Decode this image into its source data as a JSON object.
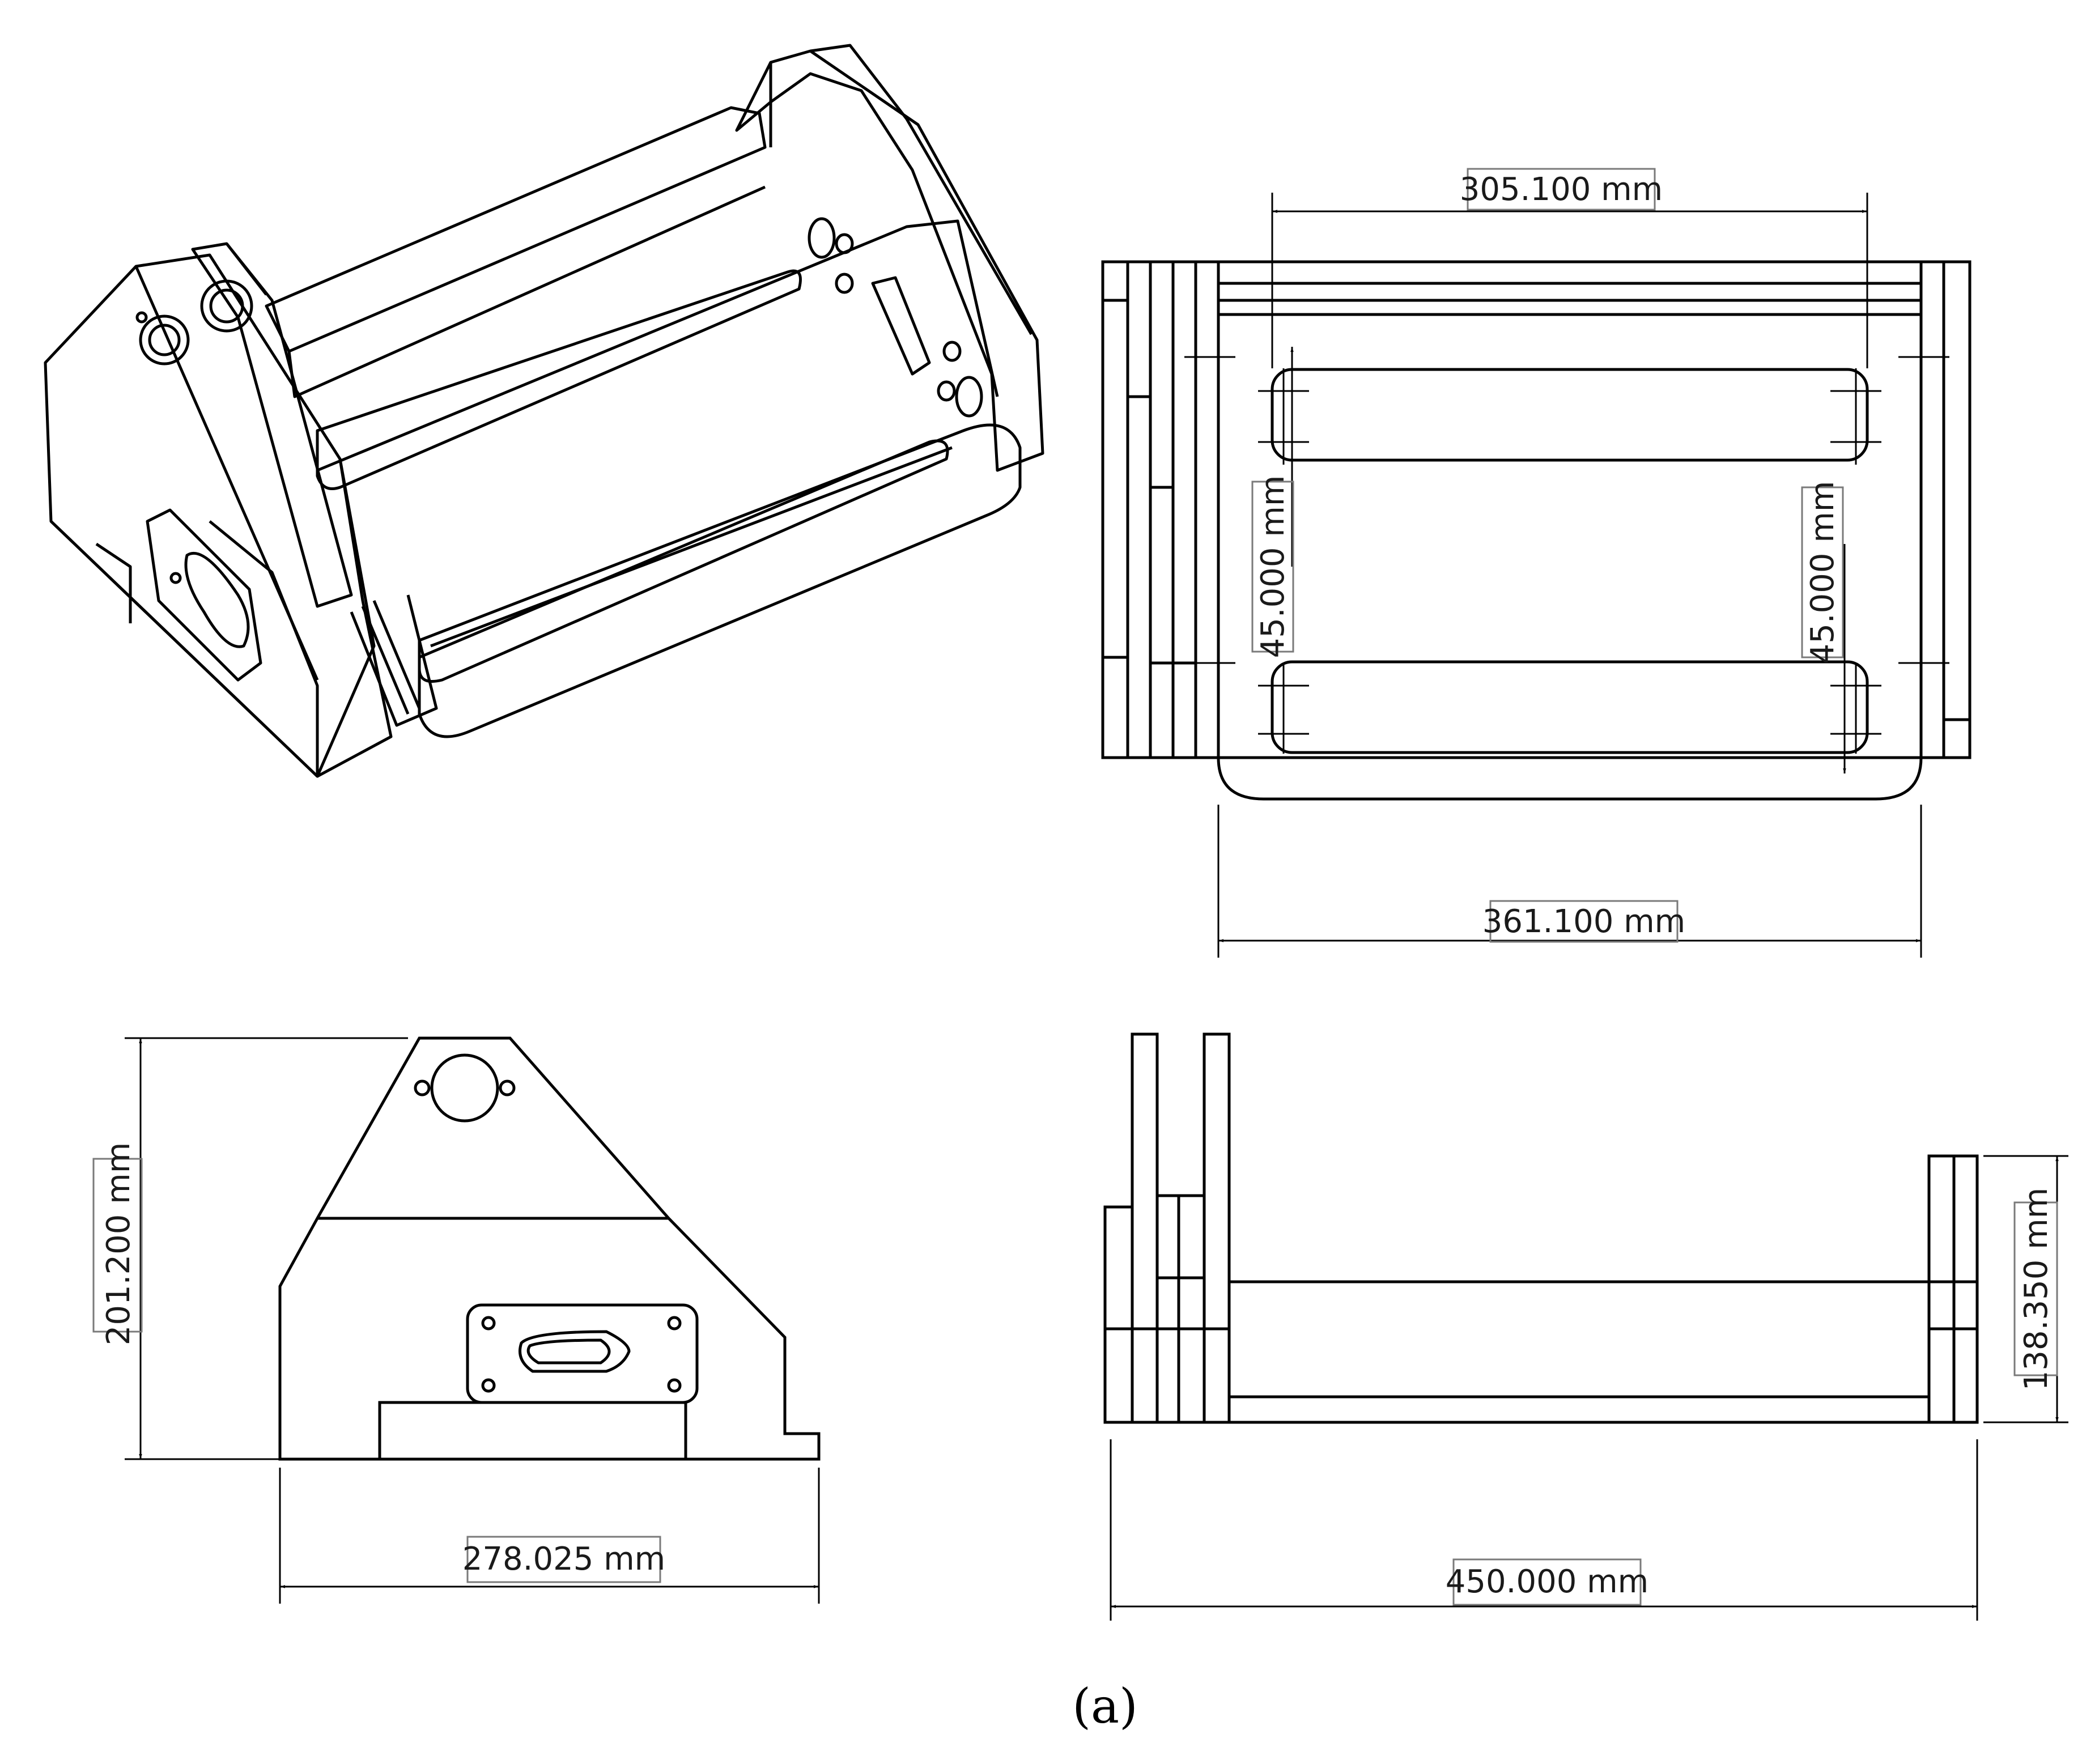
{
  "figure": {
    "caption": "(a)",
    "line_color": "#000000",
    "label_box_color": "#7a7a7a"
  },
  "top_view": {
    "width_inner_dim": "305.100 mm",
    "width_outer_dim": "361.100 mm",
    "slot_left_dim": "45.000 mm",
    "slot_right_dim": "45.000 mm"
  },
  "side_view": {
    "height_dim": "201.200 mm",
    "width_dim": "278.025 mm"
  },
  "front_view": {
    "height_dim": "138.350 mm",
    "width_dim": "450.000 mm"
  }
}
